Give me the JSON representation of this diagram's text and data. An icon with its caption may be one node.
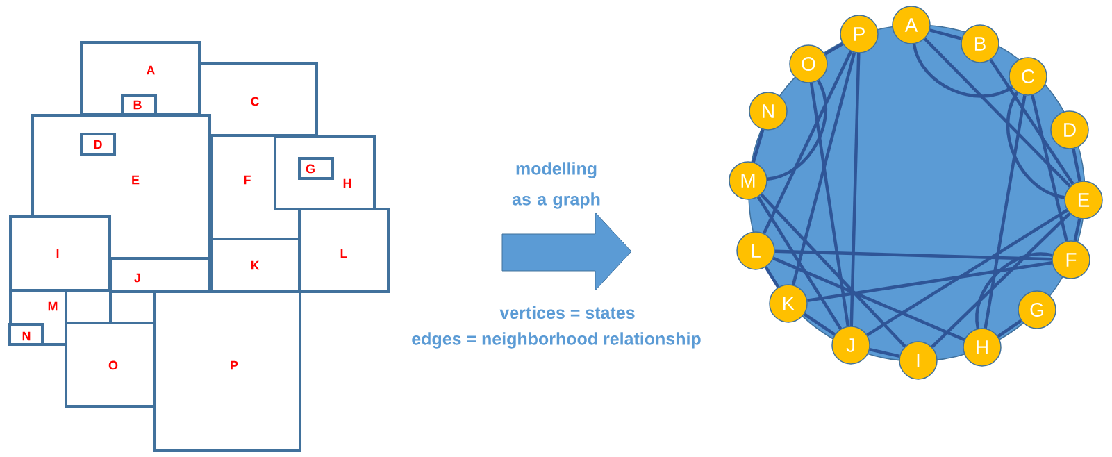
{
  "diagram": {
    "nodes": [
      {
        "text": [
          "A"
        ]
      },
      {
        "text": [
          "B"
        ],
        "in": 0
      },
      {
        "text": [
          "C"
        ]
      },
      {
        "text": [
          "E"
        ]
      },
      {
        "text": [
          "D"
        ],
        "in": 3
      },
      {
        "text": [
          "F"
        ]
      },
      {
        "text": [
          "H"
        ]
      },
      {
        "text": [
          "G"
        ],
        "in": 6
      },
      {
        "text": [
          "I"
        ]
      },
      {
        "text": [
          "J"
        ]
      },
      {
        "text": [
          "K"
        ]
      },
      {
        "text": [
          "L"
        ]
      },
      {
        "text": [
          "M"
        ]
      },
      {
        "text": [
          "N"
        ],
        "in": 12
      },
      {
        "text": [
          "O"
        ]
      },
      {
        "text": [
          "P"
        ]
      },
      {
        "text": [
          "A"
        ]
      },
      {
        "text": [
          "B"
        ]
      },
      {
        "text": [
          "C"
        ]
      },
      {
        "text": [
          "D"
        ]
      },
      {
        "text": [
          "E"
        ]
      },
      {
        "text": [
          "F"
        ]
      },
      {
        "text": [
          "G"
        ]
      },
      {
        "text": [
          "H"
        ]
      },
      {
        "text": [
          "I"
        ]
      },
      {
        "text": [
          "J"
        ]
      },
      {
        "text": [
          "K"
        ]
      },
      {
        "text": [
          "L"
        ]
      },
      {
        "text": [
          "M"
        ]
      },
      {
        "text": [
          "N"
        ]
      },
      {
        "text": [
          "O"
        ]
      },
      {
        "text": [
          "P"
        ]
      }
    ],
    "edges": [
      {
        "from": 16,
        "to": 17,
        "arrow": "none"
      },
      {
        "from": 16,
        "to": 18,
        "arrow": "none"
      },
      {
        "from": 16,
        "to": 20,
        "arrow": "none"
      },
      {
        "from": 17,
        "to": 20,
        "arrow": "none"
      },
      {
        "from": 18,
        "to": 20,
        "arrow": "none"
      },
      {
        "from": 18,
        "to": 21,
        "arrow": "none"
      },
      {
        "from": 18,
        "to": 23,
        "arrow": "none"
      },
      {
        "from": 19,
        "to": 20,
        "arrow": "none"
      },
      {
        "from": 20,
        "to": 21,
        "arrow": "none"
      },
      {
        "from": 20,
        "to": 24,
        "arrow": "none"
      },
      {
        "from": 20,
        "to": 25,
        "arrow": "none"
      },
      {
        "from": 21,
        "to": 23,
        "arrow": "none"
      },
      {
        "from": 21,
        "to": 26,
        "arrow": "none"
      },
      {
        "from": 21,
        "to": 27,
        "arrow": "none"
      },
      {
        "from": 22,
        "to": 23,
        "arrow": "none"
      },
      {
        "from": 23,
        "to": 27,
        "arrow": "none"
      },
      {
        "from": 24,
        "to": 25,
        "arrow": "none"
      },
      {
        "from": 24,
        "to": 28,
        "arrow": "none"
      },
      {
        "from": 25,
        "to": 26,
        "arrow": "none"
      },
      {
        "from": 25,
        "to": 28,
        "arrow": "none"
      },
      {
        "from": 25,
        "to": 30,
        "arrow": "none"
      },
      {
        "from": 25,
        "to": 31,
        "arrow": "none"
      },
      {
        "from": 26,
        "to": 27,
        "arrow": "none"
      },
      {
        "from": 26,
        "to": 31,
        "arrow": "none"
      },
      {
        "from": 27,
        "to": 31,
        "arrow": "none"
      },
      {
        "from": 28,
        "to": 29,
        "arrow": "none"
      },
      {
        "from": 28,
        "to": 30,
        "arrow": "none"
      },
      {
        "from": 30,
        "to": 31,
        "arrow": "none"
      }
    ],
    "labels": [
      "modelling as a graph",
      "vertices = states",
      "edges = neighborhood relationship"
    ]
  }
}
